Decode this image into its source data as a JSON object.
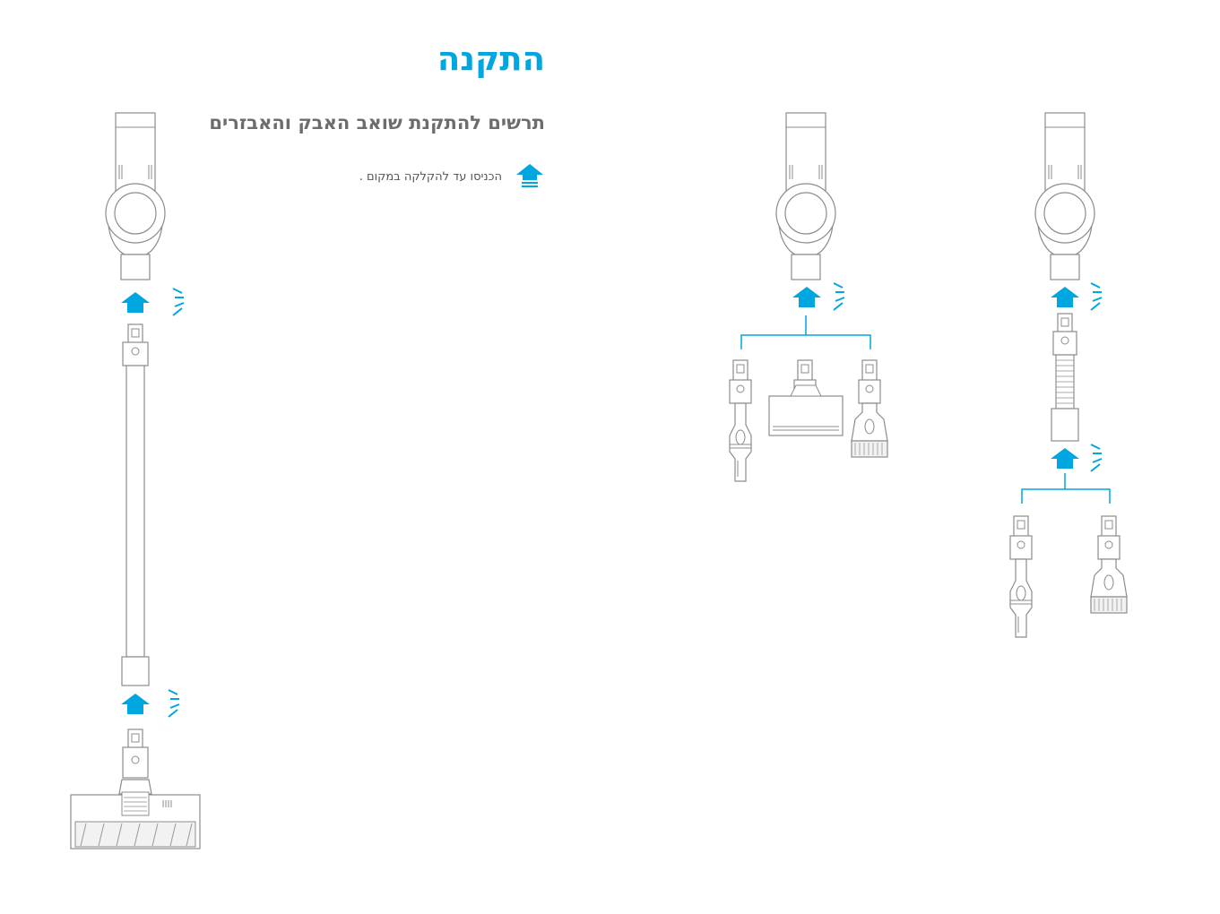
{
  "page": {
    "title": "התקנה",
    "subtitle": "תרשים להתקנת שואב האבק והאבזרים",
    "legend_text": "הכניסו עד להקלקה במקום ."
  },
  "icons": [
    "insert-arrow-icon",
    "click-mark-icon"
  ],
  "colors": {
    "accent": "#00a6e0",
    "line": "#8c8c8c",
    "text": "#6d6d6d"
  }
}
